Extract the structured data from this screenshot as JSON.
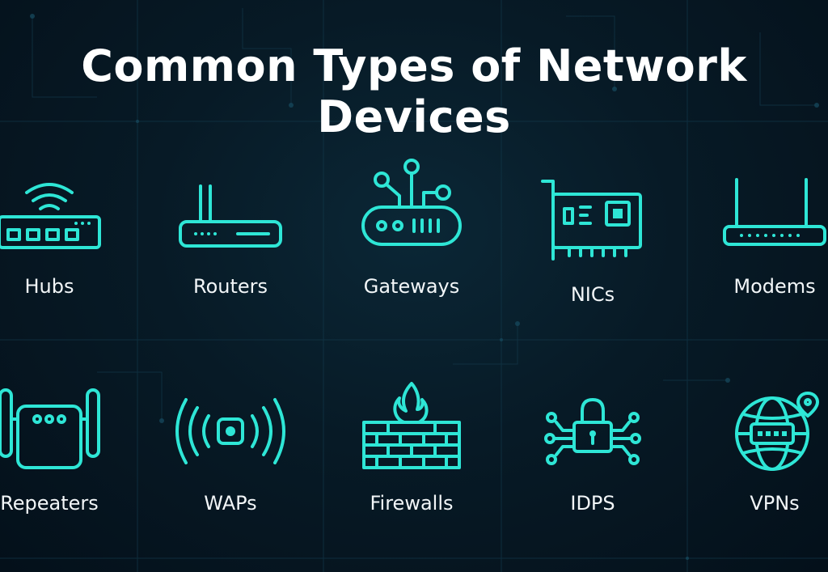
{
  "title": "Common Types of Network Devices",
  "accent_color": "#2ee6d6",
  "devices": [
    {
      "label": "Hubs",
      "icon": "hub-icon"
    },
    {
      "label": "Routers",
      "icon": "router-icon"
    },
    {
      "label": "Gateways",
      "icon": "gateway-icon"
    },
    {
      "label": "NICs",
      "icon": "network-card-icon"
    },
    {
      "label": "Modems",
      "icon": "modem-icon"
    },
    {
      "label": "Repeaters",
      "icon": "repeater-icon"
    },
    {
      "label": "WAPs",
      "icon": "wireless-access-point-icon"
    },
    {
      "label": "Firewalls",
      "icon": "firewall-icon"
    },
    {
      "label": "IDPS",
      "icon": "lock-circuit-icon"
    },
    {
      "label": "VPNs",
      "icon": "globe-vpn-icon"
    }
  ]
}
